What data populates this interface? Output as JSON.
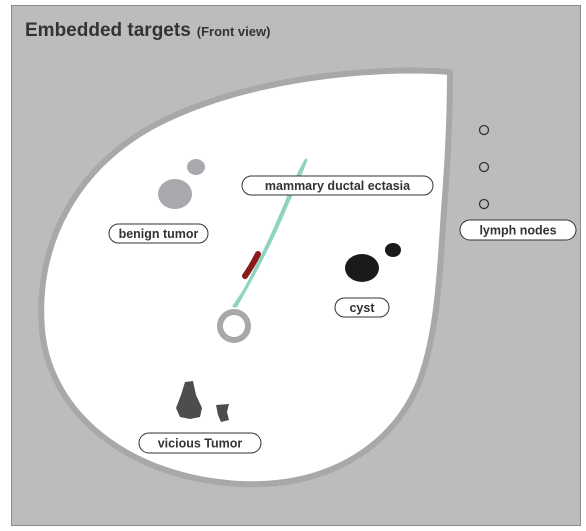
{
  "header": {
    "title": "Embedded targets",
    "subtitle": "(Front view)"
  },
  "labels": {
    "ectasia": "mammary ductal ectasia",
    "benign": "benign tumor",
    "cyst": "cyst",
    "lymph": "lymph nodes",
    "vicious": "vicious Tumor"
  },
  "colors": {
    "panel": "#bbbcbe",
    "breast": "#ffffff",
    "breast_outline": "#a7a8aa",
    "benign": "#a7a9ac",
    "cyst": "#1a1a1a",
    "vicious": "#4d4d4f",
    "duct": "#8fd3c1",
    "duct_lesion": "#8b1a1a"
  }
}
